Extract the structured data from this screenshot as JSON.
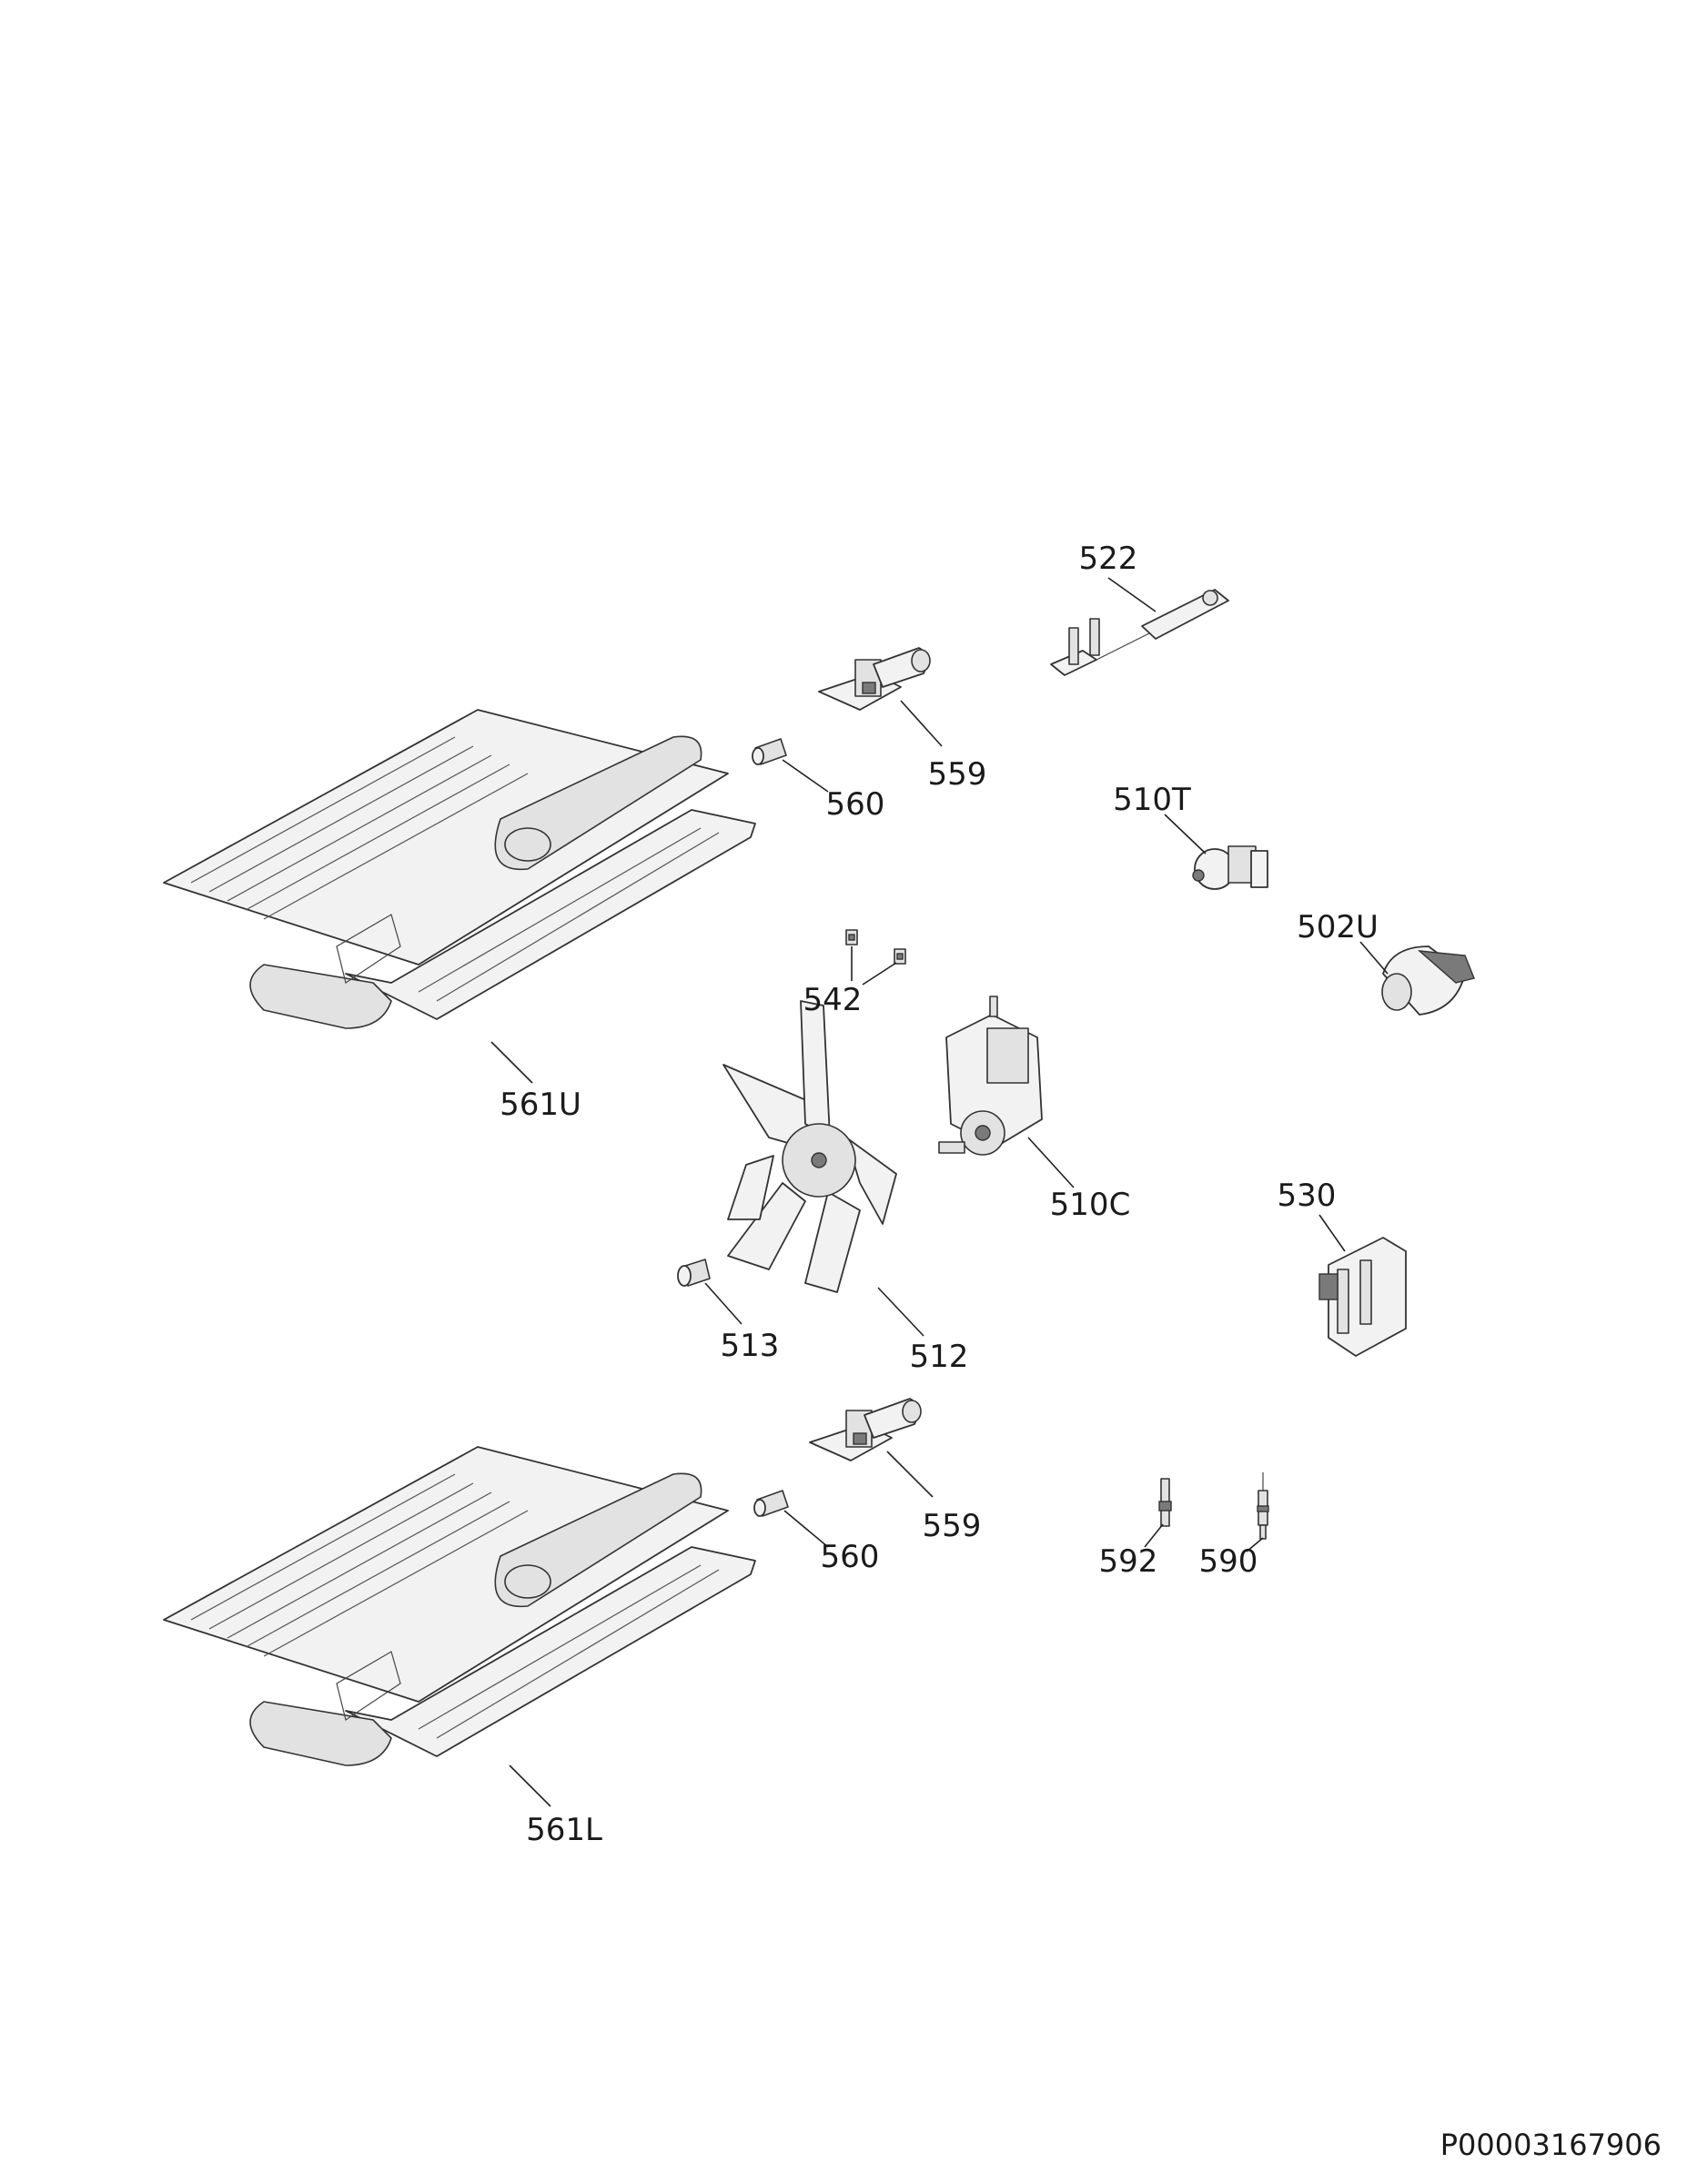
{
  "labels": {
    "p522": "522",
    "p559a": "559",
    "p560a": "560",
    "p510T": "510T",
    "p502U": "502U",
    "p542": "542",
    "p561U": "561U",
    "p510C": "510C",
    "p530": "530",
    "p513": "513",
    "p512": "512",
    "p559b": "559",
    "p560b": "560",
    "p592": "592",
    "p590": "590",
    "p561L": "561L"
  },
  "drawing_code": "P00003167906"
}
